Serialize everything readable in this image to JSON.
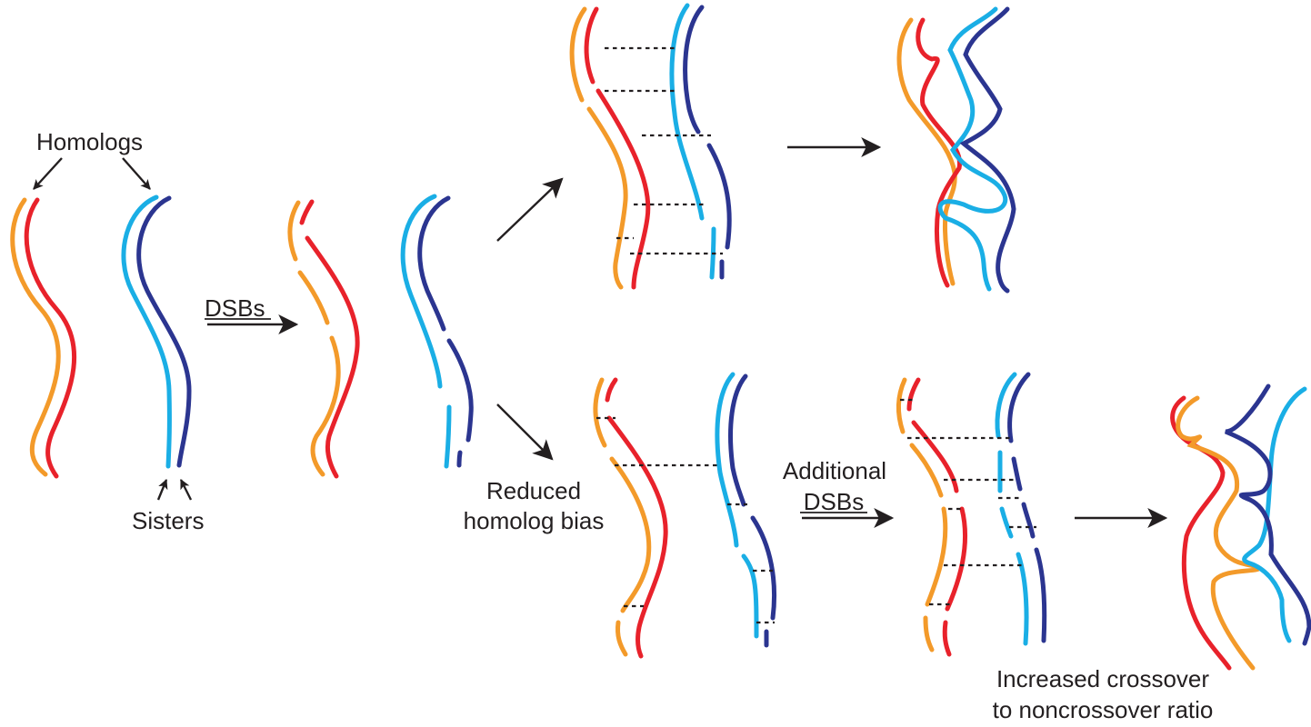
{
  "labels": {
    "homologs": "Homologs",
    "sisters": "Sisters",
    "dsbs": "DSBs",
    "reduced_line1": "Reduced",
    "reduced_line2": "homolog bias",
    "additional_line1": "Additional",
    "additional_line2": "DSBs",
    "increased_line1": "Increased crossover",
    "increased_line2": "to noncrossover ratio"
  },
  "colors": {
    "orange": "#f39a2a",
    "red": "#e8222b",
    "light_blue": "#1aaee5",
    "dark_blue": "#2b3590",
    "ink": "#231f20"
  }
}
